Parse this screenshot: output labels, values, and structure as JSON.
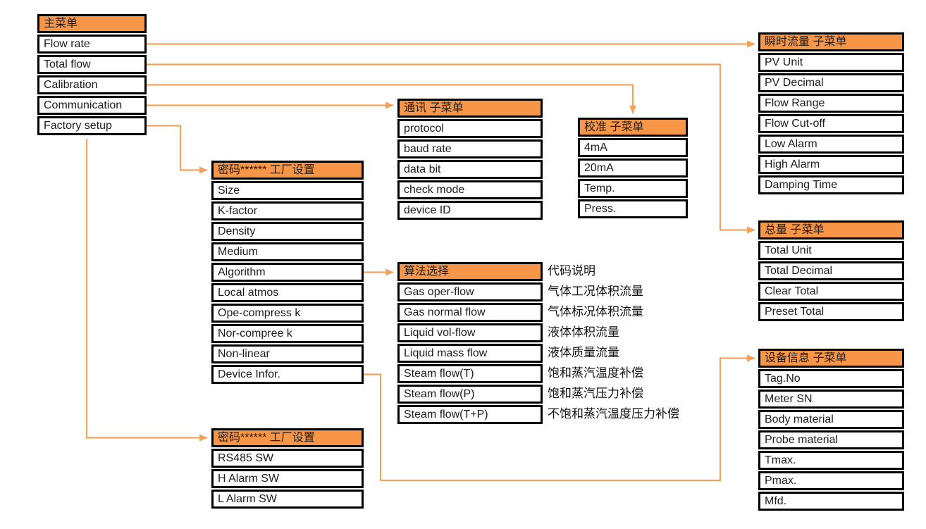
{
  "colors": {
    "accent_orange": "#F79646",
    "connector_orange": "#F2A45C",
    "border_black": "#000000",
    "background": "#FFFFFF"
  },
  "boxes": {
    "main": {
      "title": "主菜单",
      "items": [
        "Flow rate",
        "Total flow",
        "Calibration",
        "Communication",
        "Factory setup"
      ]
    },
    "instant_flow": {
      "title": "瞬时流量 子菜单",
      "items": [
        "PV Unit",
        "PV Decimal",
        "Flow Range",
        "Flow Cut-off",
        "Low Alarm",
        "High Alarm",
        "Damping Time"
      ]
    },
    "total_flow": {
      "title": "总量 子菜单",
      "items": [
        "Total Unit",
        "Total Decimal",
        "Clear Total",
        "Preset Total"
      ]
    },
    "communication": {
      "title": "通讯 子菜单",
      "items": [
        "protocol",
        "baud rate",
        "data bit",
        "check mode",
        "device ID"
      ]
    },
    "calibration": {
      "title": "校准 子菜单",
      "items": [
        "4mA",
        "20mA",
        "Temp.",
        "Press."
      ]
    },
    "factory_setup": {
      "title": "密码****** 工厂设置",
      "items": [
        "Size",
        "K-factor",
        "Density",
        "Medium",
        "Algorithm",
        "Local atmos",
        "Ope-compress k",
        "Nor-compree k",
        "Non-linear",
        "Device Infor."
      ]
    },
    "algorithm": {
      "title": "算法选择",
      "items": [
        "Gas oper-flow",
        "Gas normal flow",
        "Liquid vol-flow",
        "Liquid mass flow",
        "Steam flow(T)",
        "Steam flow(P)",
        "Steam flow(T+P)"
      ],
      "annotations": [
        "代码说明",
        "气体工况体积流量",
        "气体标况体积流量",
        "液体体积流量",
        "液体质量流量",
        "饱和蒸汽温度补偿",
        "饱和蒸汽压力补偿",
        "不饱和蒸汽温度压力补偿"
      ]
    },
    "device_info": {
      "title": "设备信息 子菜单",
      "items": [
        "Tag.No",
        "Meter SN",
        "Body material",
        "Probe material",
        "Tmax.",
        "Pmax.",
        "Mfd."
      ]
    },
    "factory_setup_password": {
      "title": "密码****** 工厂设置",
      "items": [
        "RS485 SW",
        "H Alarm SW",
        "L Alarm SW"
      ]
    }
  }
}
